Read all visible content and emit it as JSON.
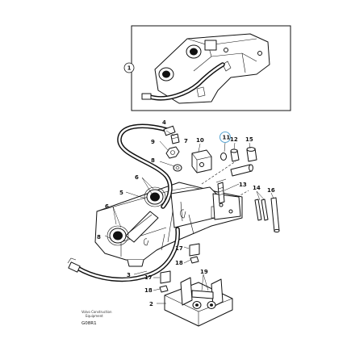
{
  "callouts": {
    "c1": "1",
    "c2": "2",
    "c3": "3",
    "c4": "4",
    "c5": "5",
    "c6": "6",
    "c7": "7",
    "c8": "8",
    "c9": "9",
    "c10": "10",
    "c11": "11",
    "c12": "12",
    "c13": "13",
    "c14": "14",
    "c15": "15",
    "c16": "16",
    "c17": "17",
    "c18": "18",
    "c19": "19"
  },
  "highlight_color": "#5fa8d3",
  "footer": {
    "line1": "Volvo Construction",
    "line2": "Equipment",
    "code": "G08R1"
  }
}
